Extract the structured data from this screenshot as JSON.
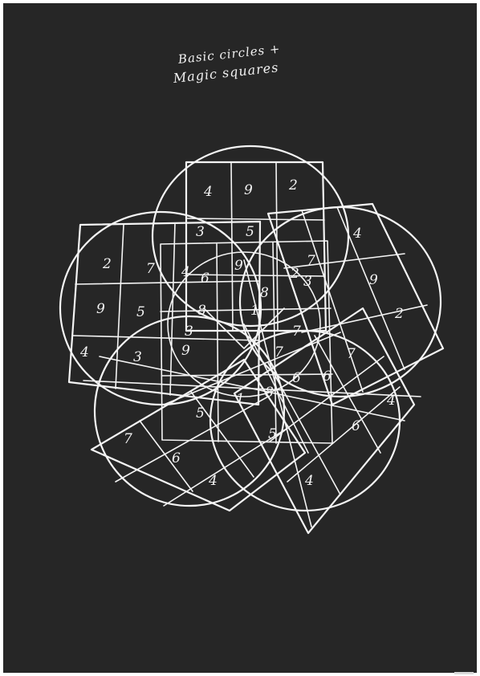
{
  "title": {
    "line1": "Basic circles +",
    "line2": "Magic squares"
  },
  "colors": {
    "background": "#262626",
    "chalk": "#f4f4f4"
  },
  "squares": [
    {
      "id": "top",
      "digits": [
        "4",
        "9",
        "2",
        "3",
        "5",
        "7"
      ]
    },
    {
      "id": "center",
      "digits": [
        "4",
        "6",
        "9",
        "2",
        "3",
        "8",
        "1",
        "7",
        "8"
      ]
    },
    {
      "id": "left",
      "digits": [
        "2",
        "7",
        "9",
        "5",
        "4",
        "3"
      ]
    },
    {
      "id": "right",
      "digits": [
        "4",
        "9",
        "2",
        "7",
        "6",
        "4"
      ]
    },
    {
      "id": "bottom-left",
      "digits": [
        "9",
        "3",
        "7",
        "6",
        "4",
        "5"
      ]
    },
    {
      "id": "bottom-right",
      "digits": [
        "8",
        "6",
        "5",
        "1",
        "4",
        "6",
        "7"
      ]
    }
  ]
}
